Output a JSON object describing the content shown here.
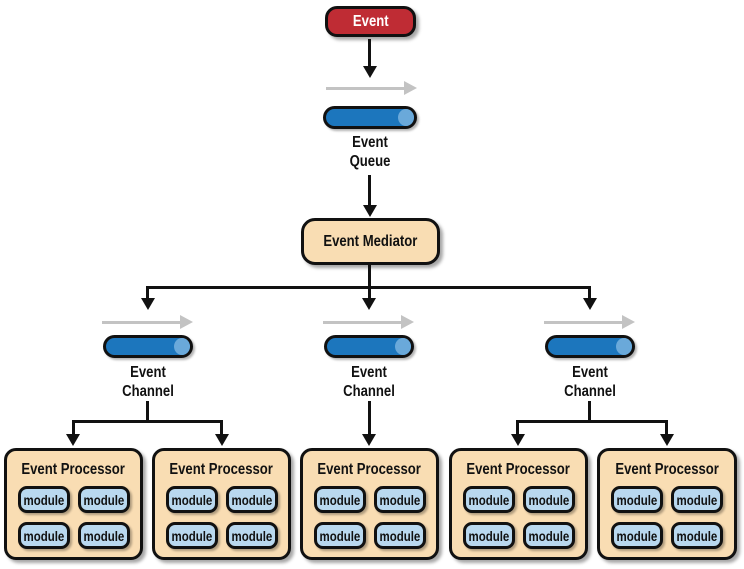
{
  "colors": {
    "event_red": "#bf2c34",
    "panel_tan": "#f9ddb3",
    "cylinder_blue": "#1c76bd",
    "cylinder_highlight": "#6aa9da",
    "module_blue": "#b9d8ef",
    "flow_arrow_gray": "#c3c3c3",
    "connector_black": "#111111"
  },
  "event_box": {
    "label": "Event"
  },
  "event_queue": {
    "label_line1": "Event",
    "label_line2": "Queue"
  },
  "mediator": {
    "label": "Event Mediator"
  },
  "channels": [
    {
      "label_line1": "Event",
      "label_line2": "Channel"
    },
    {
      "label_line1": "Event",
      "label_line2": "Channel"
    },
    {
      "label_line1": "Event",
      "label_line2": "Channel"
    }
  ],
  "processors": [
    {
      "title": "Event Processor",
      "modules": [
        "module",
        "module",
        "module",
        "module"
      ]
    },
    {
      "title": "Event Processor",
      "modules": [
        "module",
        "module",
        "module",
        "module"
      ]
    },
    {
      "title": "Event Processor",
      "modules": [
        "module",
        "module",
        "module",
        "module"
      ]
    },
    {
      "title": "Event Processor",
      "modules": [
        "module",
        "module",
        "module",
        "module"
      ]
    },
    {
      "title": "Event Processor",
      "modules": [
        "module",
        "module",
        "module",
        "module"
      ]
    }
  ]
}
